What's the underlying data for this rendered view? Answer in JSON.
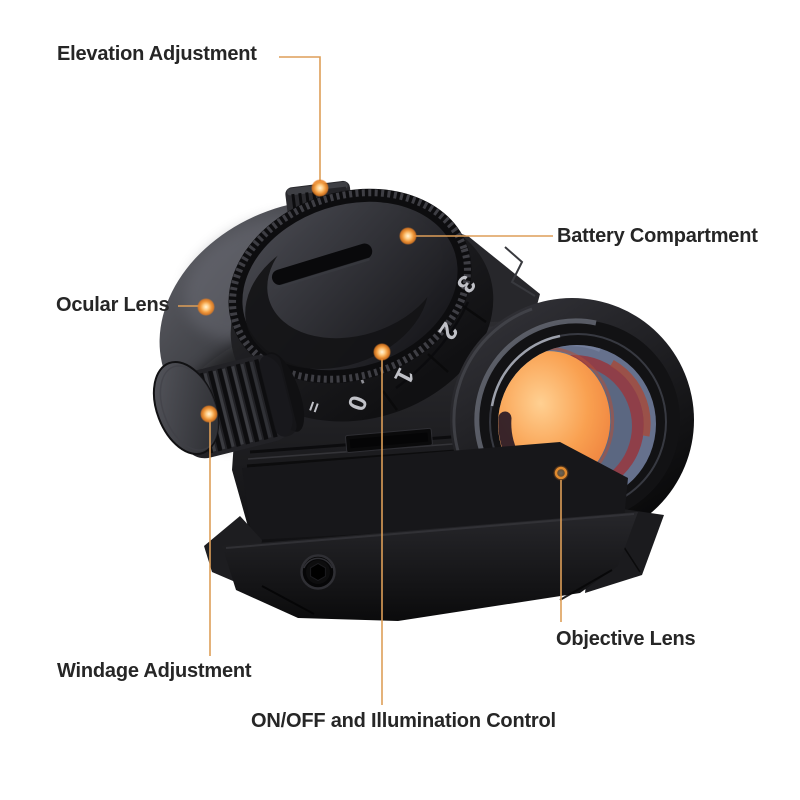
{
  "colors": {
    "background": "#ffffff",
    "label_text": "#262626",
    "leader_line": "#dd9e58",
    "callout_dot": "#ee8c2c",
    "lens_orange": "#f79a4b",
    "lens_blue": "#5e6a86",
    "lens_maroon": "#8f3f49",
    "scope_black": "#1a1a1d"
  },
  "callouts": {
    "elevation": {
      "label": "Elevation Adjustment"
    },
    "battery": {
      "label": "Battery Compartment"
    },
    "ocular": {
      "label": "Ocular Lens"
    },
    "windage": {
      "label": "Windage Adjustment"
    },
    "onoff": {
      "label": "ON/OFF and Illumination Control"
    },
    "objective": {
      "label": "Objective Lens"
    }
  },
  "dial": {
    "numbers": [
      "3",
      "2",
      "1",
      "0"
    ],
    "zero_mark": "="
  }
}
